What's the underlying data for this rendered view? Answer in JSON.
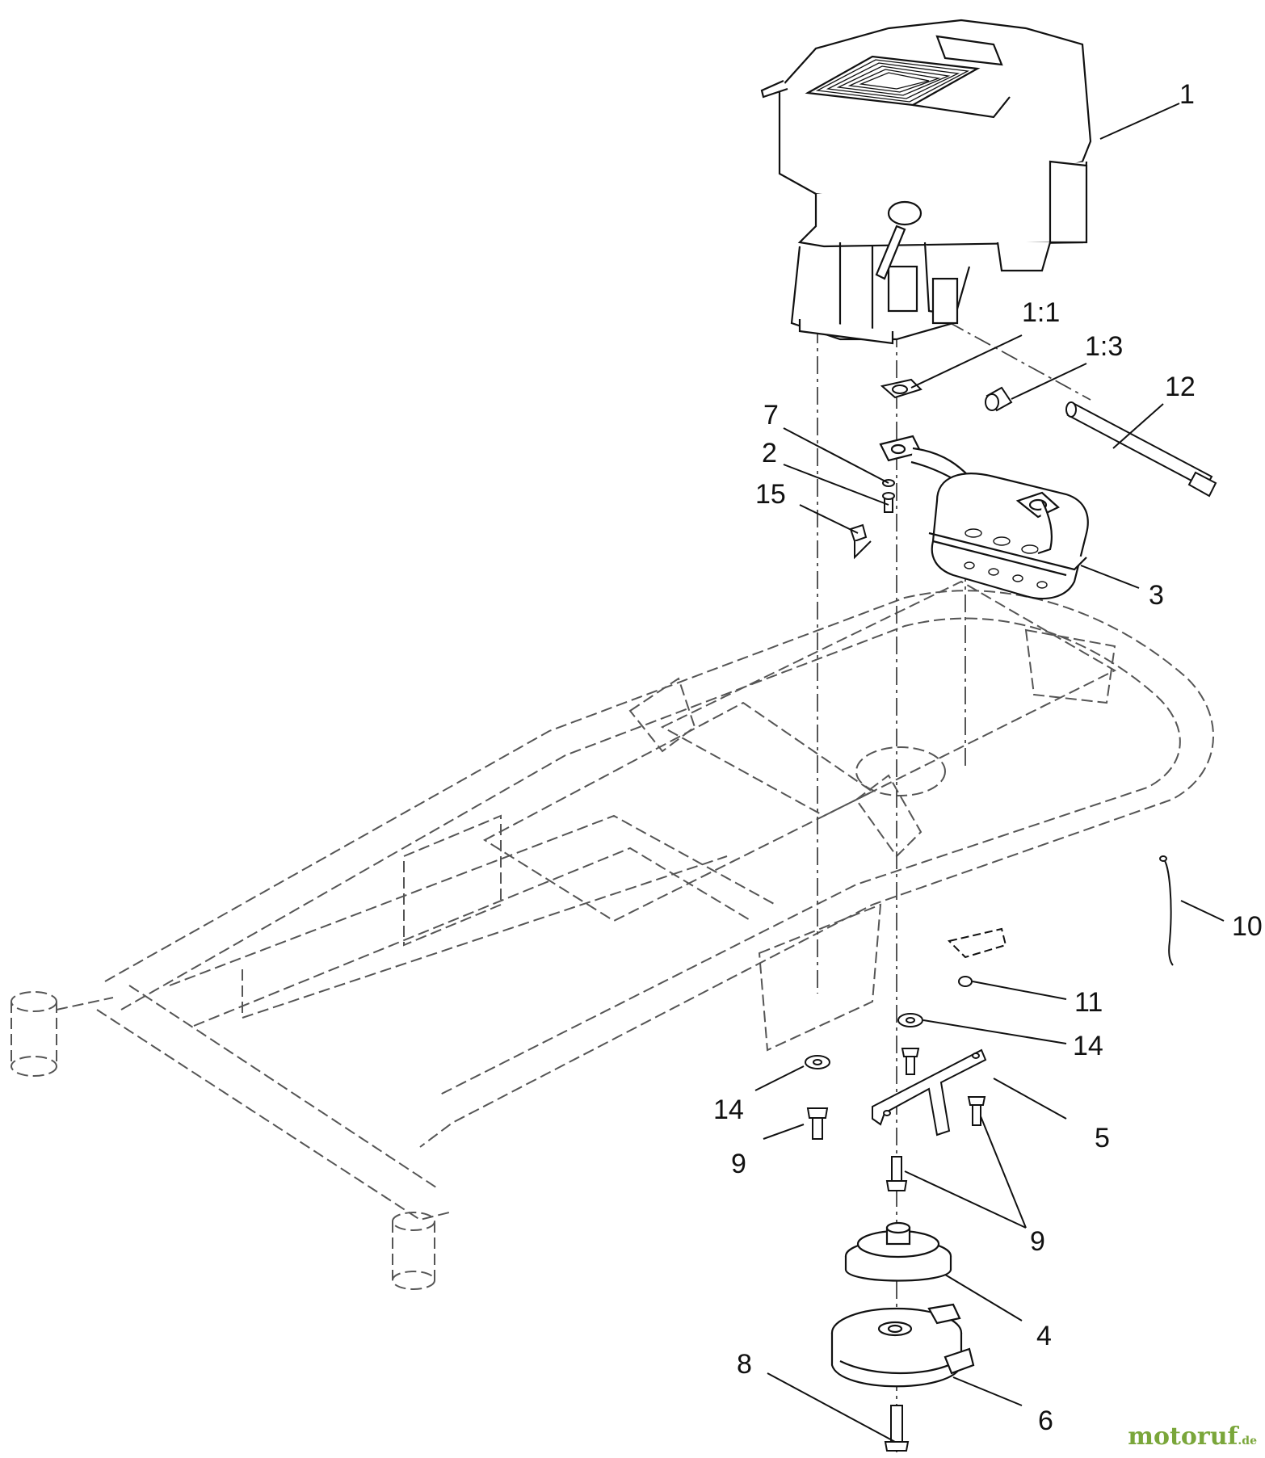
{
  "diagram": {
    "callouts": [
      {
        "id": "c1",
        "label": "1"
      },
      {
        "id": "c1-1",
        "label": "1:1"
      },
      {
        "id": "c1-3",
        "label": "1:3"
      },
      {
        "id": "c12",
        "label": "12"
      },
      {
        "id": "c7",
        "label": "7"
      },
      {
        "id": "c2",
        "label": "2"
      },
      {
        "id": "c15",
        "label": "15"
      },
      {
        "id": "c3",
        "label": "3"
      },
      {
        "id": "c10",
        "label": "10"
      },
      {
        "id": "c11",
        "label": "11"
      },
      {
        "id": "c14a",
        "label": "14"
      },
      {
        "id": "c14b",
        "label": "14"
      },
      {
        "id": "c5",
        "label": "5"
      },
      {
        "id": "c9a",
        "label": "9"
      },
      {
        "id": "c9b",
        "label": "9"
      },
      {
        "id": "c4",
        "label": "4"
      },
      {
        "id": "c8",
        "label": "8"
      },
      {
        "id": "c6",
        "label": "6"
      }
    ]
  },
  "watermark": {
    "brand": "motoruf",
    "tld": ".de"
  }
}
